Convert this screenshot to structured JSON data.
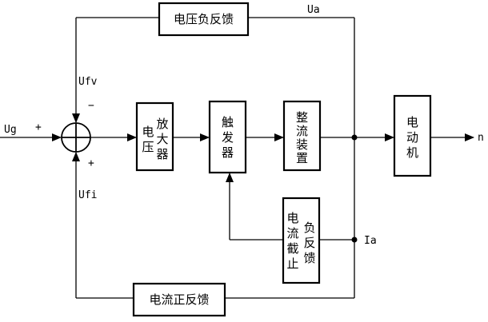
{
  "blocks": {
    "voltage_feedback": "电压负反馈",
    "current_feedback": "电流正反馈",
    "amplifier_col1": [
      "电",
      "压"
    ],
    "amplifier_col2": [
      "放",
      "大",
      "器"
    ],
    "trigger": [
      "触",
      "发",
      "器"
    ],
    "rectifier": [
      "整",
      "流",
      "装",
      "置"
    ],
    "motor": [
      "电",
      "动",
      "机"
    ],
    "cutoff_col1": [
      "电",
      "流",
      "截",
      "止"
    ],
    "cutoff_col2": [
      "负",
      "反",
      "馈"
    ]
  },
  "signals": {
    "ug": "Ug",
    "ufv": "Ufv",
    "ufi": "Ufi",
    "ua": "Ua",
    "ia": "Ia",
    "n": "n",
    "plus_ug": "+",
    "minus_ufv": "−",
    "plus_ufi": "+"
  }
}
